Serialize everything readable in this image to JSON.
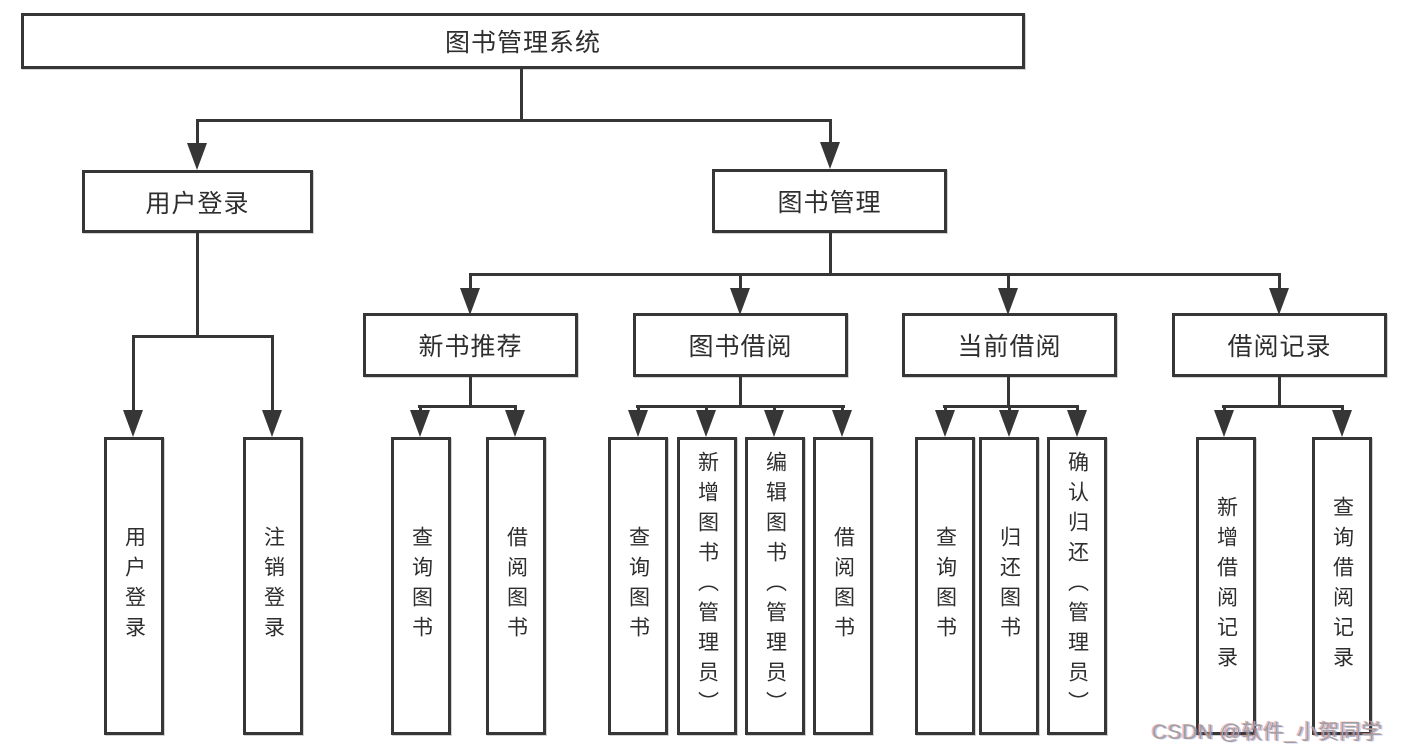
{
  "tree": {
    "root": {
      "label": "图书管理系统"
    },
    "branches": [
      {
        "label": "用户登录",
        "children": [
          {
            "label": "用户登录"
          },
          {
            "label": "注销登录"
          }
        ]
      },
      {
        "label": "图书管理",
        "groups": [
          {
            "label": "新书推荐",
            "children": [
              {
                "label": "查询图书"
              },
              {
                "label": "借阅图书"
              }
            ]
          },
          {
            "label": "图书借阅",
            "children": [
              {
                "label": "查询图书"
              },
              {
                "label": "新增图书（管理员）"
              },
              {
                "label": "编辑图书（管理员）"
              },
              {
                "label": "借阅图书"
              }
            ]
          },
          {
            "label": "当前借阅",
            "children": [
              {
                "label": "查询图书"
              },
              {
                "label": "归还图书"
              },
              {
                "label": "确认归还（管理员）"
              }
            ]
          },
          {
            "label": "借阅记录",
            "children": [
              {
                "label": "新增借阅记录"
              },
              {
                "label": "查询借阅记录"
              }
            ]
          }
        ]
      }
    ]
  },
  "watermark": {
    "text": "CSDN @软件_小贺同学"
  },
  "colors": {
    "line": "#363636",
    "text": "#2e2e2e",
    "background": "#ffffff",
    "watermark": "#a0a0a0"
  }
}
